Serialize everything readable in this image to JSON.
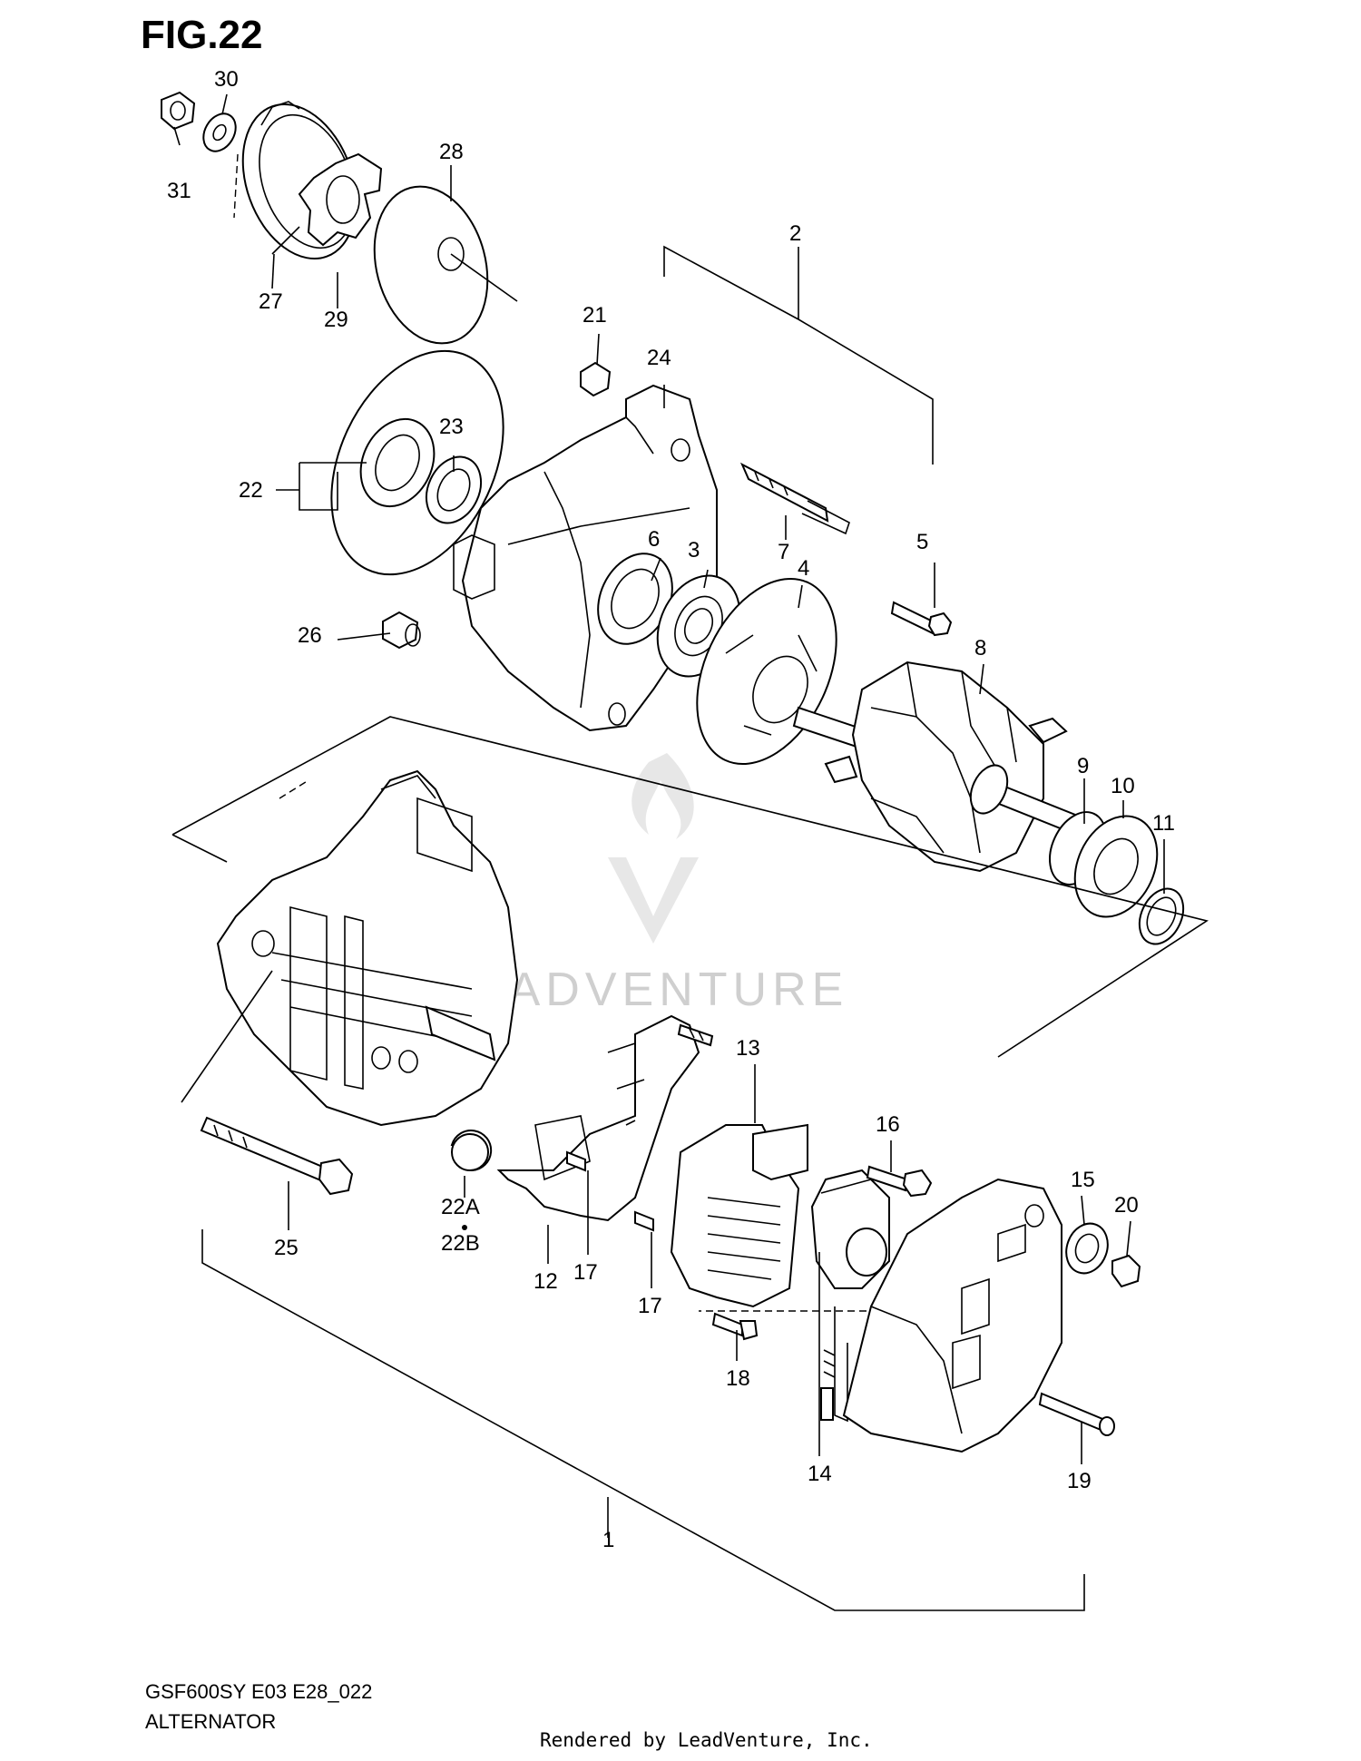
{
  "figure": {
    "title": "FIG.22"
  },
  "footer": {
    "model_code": "GSF600SY E03 E28_022",
    "section_name": "ALTERNATOR",
    "rendered_by": "Rendered by LeadVenture, Inc."
  },
  "watermark": {
    "text": "LEADVENTURE"
  },
  "callouts": [
    "30",
    "31",
    "28",
    "27",
    "29",
    "2",
    "21",
    "24",
    "23",
    "22",
    "26",
    "7",
    "6",
    "3",
    "4",
    "5",
    "8",
    "9",
    "10",
    "11",
    "13",
    "16",
    "15",
    "20",
    "22A",
    "22B",
    "25",
    "17",
    "12",
    "17",
    "18",
    "14",
    "19",
    "1"
  ]
}
